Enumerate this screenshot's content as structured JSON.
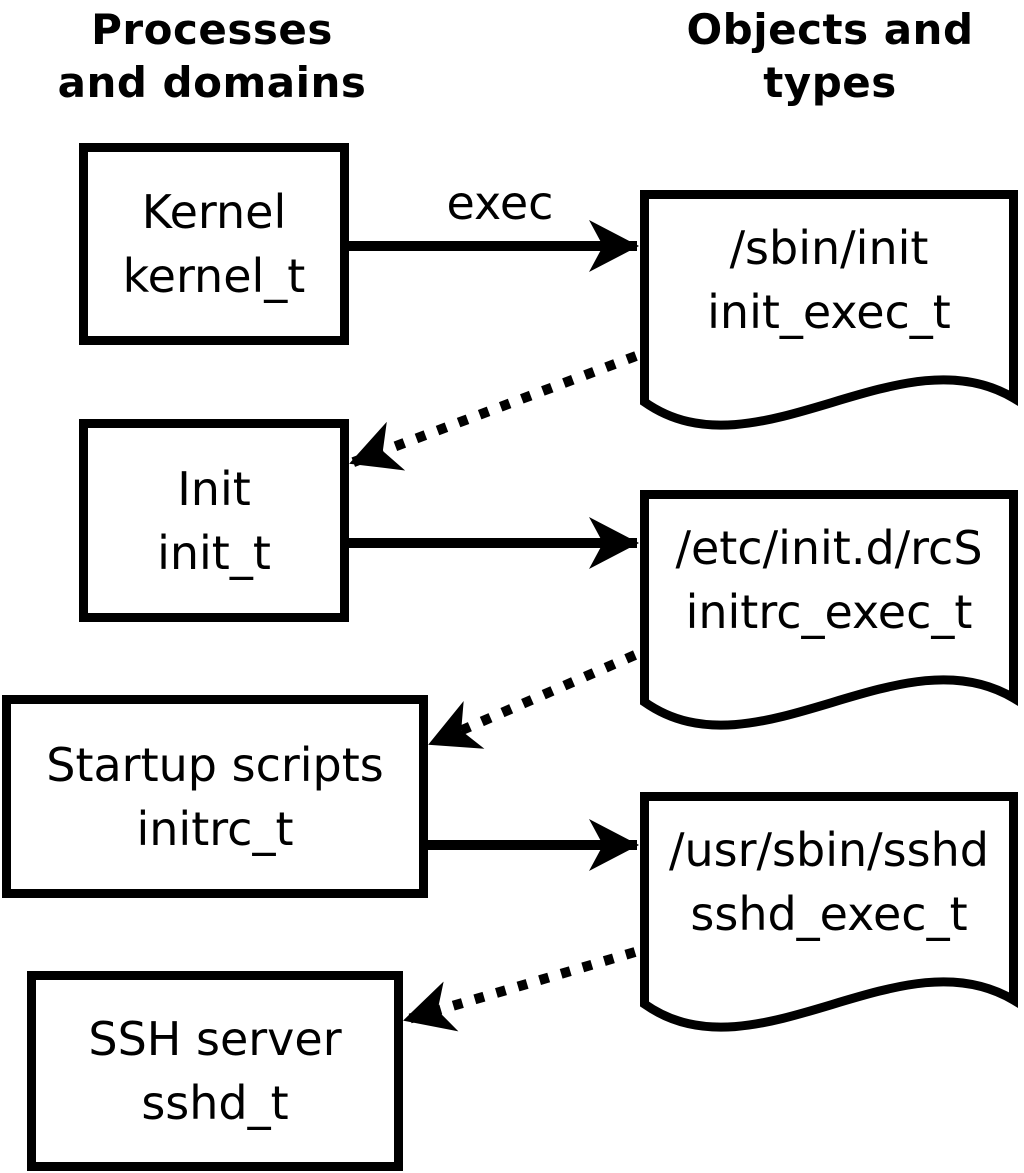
{
  "headers": {
    "left": "Processes\nand domains",
    "right": "Objects and\ntypes"
  },
  "processes": [
    {
      "name": "Kernel",
      "type": "kernel_t"
    },
    {
      "name": "Init",
      "type": "init_t"
    },
    {
      "name": "Startup scripts",
      "type": "initrc_t"
    },
    {
      "name": "SSH server",
      "type": "sshd_t"
    }
  ],
  "objects": [
    {
      "path": "/sbin/init",
      "type": "init_exec_t"
    },
    {
      "path": "/etc/init.d/rcS",
      "type": "initrc_exec_t"
    },
    {
      "path": "/usr/sbin/sshd",
      "type": "sshd_exec_t"
    }
  ],
  "edges": [
    {
      "from": "kernel_t",
      "to": "/sbin/init",
      "style": "solid",
      "label": "exec"
    },
    {
      "from": "/sbin/init",
      "to": "init_t",
      "style": "dotted",
      "label": ""
    },
    {
      "from": "init_t",
      "to": "/etc/init.d/rcS",
      "style": "solid",
      "label": ""
    },
    {
      "from": "/etc/init.d/rcS",
      "to": "initrc_t",
      "style": "dotted",
      "label": ""
    },
    {
      "from": "initrc_t",
      "to": "/usr/sbin/sshd",
      "style": "solid",
      "label": ""
    },
    {
      "from": "/usr/sbin/sshd",
      "to": "sshd_t",
      "style": "dotted",
      "label": ""
    }
  ],
  "colors": {
    "ink": "#000000",
    "background": "#ffffff"
  }
}
